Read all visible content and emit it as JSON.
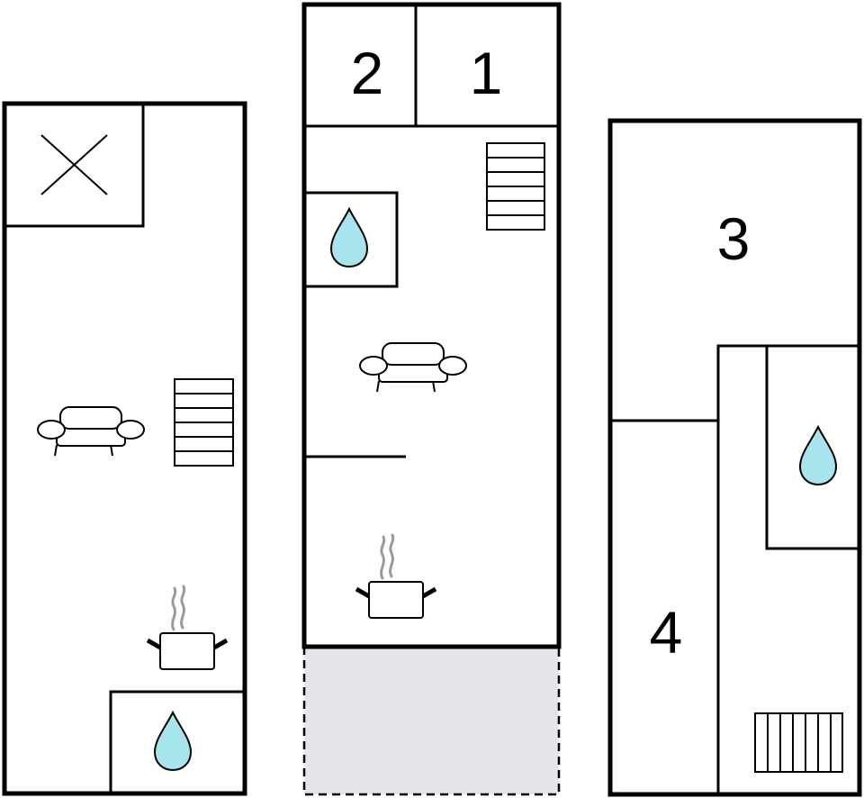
{
  "rooms": [
    {
      "label": "1"
    },
    {
      "label": "2"
    },
    {
      "label": "3"
    },
    {
      "label": "4"
    }
  ],
  "icons": {
    "water": "water-drop-icon",
    "sofa": "sofa-icon",
    "stairs": "stairs-icon",
    "cooking": "cooking-pot-icon",
    "cross": "cross-icon"
  },
  "colors": {
    "water": "#a8e4ee",
    "terrace": "#e6e6ea",
    "steam": "#9a9a9a",
    "wall": "#000000"
  }
}
